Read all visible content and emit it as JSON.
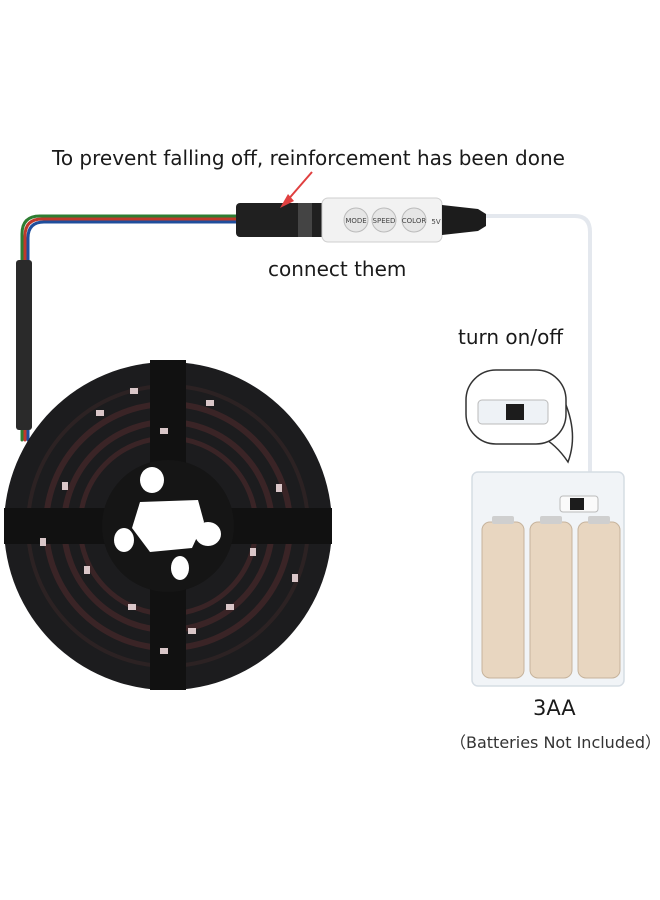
{
  "captions": {
    "reinforcement": "To prevent falling off, reinforcement has been done",
    "connect": "connect them",
    "switch": "turn on/off",
    "battery_type": "3AA",
    "battery_note": "（Batteries Not Included）"
  },
  "controller": {
    "buttons": [
      "MODE",
      "SPEED",
      "COLOR"
    ],
    "voltage": "5V"
  },
  "colors": {
    "strip_reel": "#1c1c1e",
    "wire_red": "#c0392b",
    "wire_green": "#2e7d32",
    "wire_blue": "#1f4e9c",
    "callout_arrow": "#e04040"
  }
}
